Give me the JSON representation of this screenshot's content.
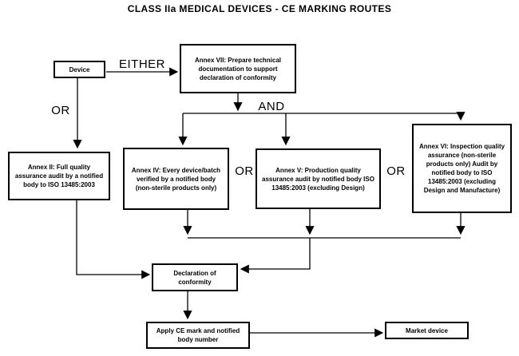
{
  "title": "CLASS IIa MEDICAL DEVICES - CE MARKING ROUTES",
  "connector_labels": {
    "either": "EITHER",
    "and": "AND",
    "or": [
      "OR",
      "OR",
      "OR"
    ]
  },
  "boxes": {
    "device": {
      "label": "Device"
    },
    "annex_vii": {
      "label": "Annex VII: Prepare technical documentation to support declaration of conformity"
    },
    "annex_ii": {
      "label": "Annex II: Full quality assurance audit by a notified body to ISO 13485:2003"
    },
    "annex_iv": {
      "label": "Annex IV: Every device/batch verified by a notified body (non-sterile products only)"
    },
    "annex_v": {
      "label": "Annex V: Production quality assurance audit by notified body ISO 13485:2003 (excluding Design)"
    },
    "annex_vi": {
      "label": "Annex VI: Inspection quality assurance (non-sterile products only) Audit by notified body to ISO 13485:2003 (excluding Design and Manufacture)"
    },
    "declaration": {
      "label": "Declaration of conformity"
    },
    "apply_ce": {
      "label": "Apply CE mark and notified body number"
    },
    "market": {
      "label": "Market device"
    }
  },
  "colors": {
    "line": "#000000",
    "box_border": "#000000",
    "box_fill": "#ffffff",
    "text": "#000000",
    "background": "#ffffff"
  }
}
